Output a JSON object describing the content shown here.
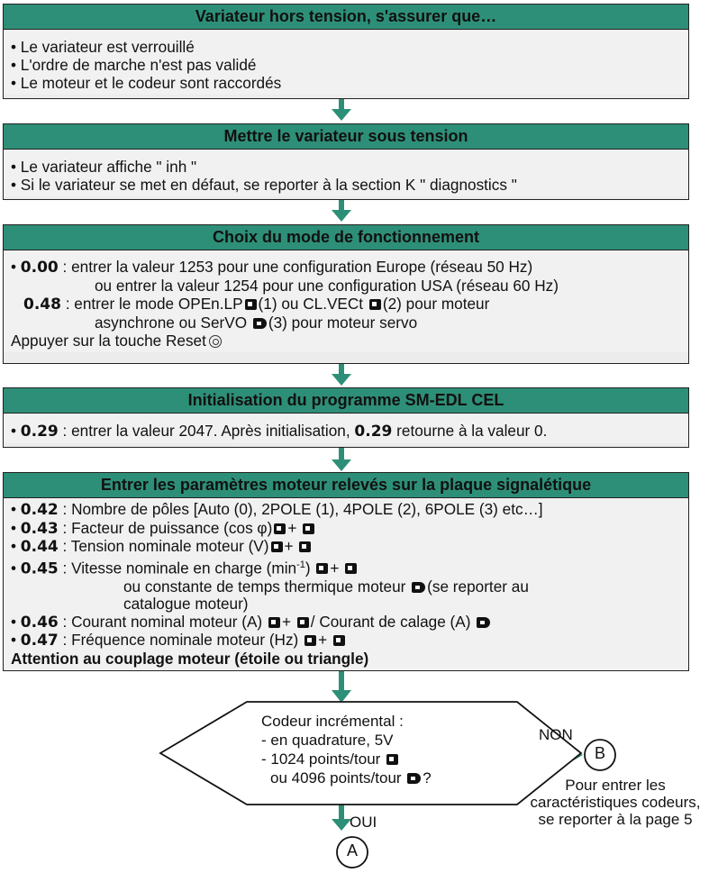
{
  "boxes": [
    {
      "title": "Variateur hors tension, s'assurer que…",
      "lines": [
        "• Le variateur est verrouillé",
        "• L'ordre de marche n'est pas validé",
        "• Le moteur et le codeur sont raccordés"
      ]
    },
    {
      "title": "Mettre le variateur sous tension",
      "lines": [
        "• Le variateur affiche \" inh \"",
        "• Si le variateur se met en défaut, se reporter à la section K \" diagnostics \""
      ]
    },
    {
      "title": "Choix du mode de fonctionnement",
      "p000_code": "0.00",
      "p000_text1": ": entrer la valeur 1253 pour une configuration Europe (réseau 50 Hz)",
      "p000_text2": "ou entrer la valeur 1254 pour une configuration USA (réseau 60 Hz)",
      "p048_code": "0.48",
      "p048_text_a": ": entrer le mode OPEn.LP",
      "p048_text_b": "(1) ou CL.VECt",
      "p048_text_c": "(2) pour moteur",
      "p048_text2a": "asynchrone ou SerVO",
      "p048_text2b": "(3) pour moteur servo",
      "reset_text": "Appuyer sur la touche Reset"
    },
    {
      "title": "Initialisation du programme SM-EDL CEL",
      "code1": "0.29",
      "text1": ": entrer la valeur 2047. Après initialisation,",
      "code2": "0.29",
      "text2": "retourne à la valeur 0."
    },
    {
      "title": "Entrer les paramètres moteur relevés sur la plaque signalétique",
      "p042_code": "0.42",
      "p042_text": ": Nombre de pôles [Auto (0), 2POLE (1), 4POLE (2), 6POLE (3) etc…]",
      "p043_code": "0.43",
      "p043_text": ": Facteur de puissance (cos φ)",
      "plus": "+",
      "p044_code": "0.44",
      "p044_text": ": Tension nominale moteur (V)",
      "p045_code": "0.45",
      "p045_text_a": ": Vitesse nominale en charge (min",
      "p045_sup": "-1",
      "p045_text_b": ")",
      "p045_line2": "ou constante de temps thermique moteur",
      "p045_line2b": "(se reporter au",
      "p045_line3": "catalogue moteur)",
      "p046_code": "0.46",
      "p046_text_a": ": Courant nominal moteur (A)",
      "p046_text_b": "/ Courant de calage (A)",
      "p047_code": "0.47",
      "p047_text": ": Fréquence nominale moteur (Hz)",
      "warning": "Attention au couplage moteur (étoile ou triangle)"
    }
  ],
  "decision": {
    "line1": "Codeur incrémental :",
    "line2": "- en quadrature, 5V",
    "line3": "- 1024 points/tour",
    "line4": "ou 4096 points/tour",
    "line4_q": "?",
    "no_label": "NON",
    "yes_label": "OUI",
    "connector_b": "B",
    "connector_a": "A",
    "note1": "Pour entrer les",
    "note2": "caractéristiques codeurs,",
    "note3": "se reporter à la page 5"
  },
  "colors": {
    "header": "#2e8f78",
    "arrow": "#2e8f78",
    "box_bg": "#f1f1f1"
  }
}
